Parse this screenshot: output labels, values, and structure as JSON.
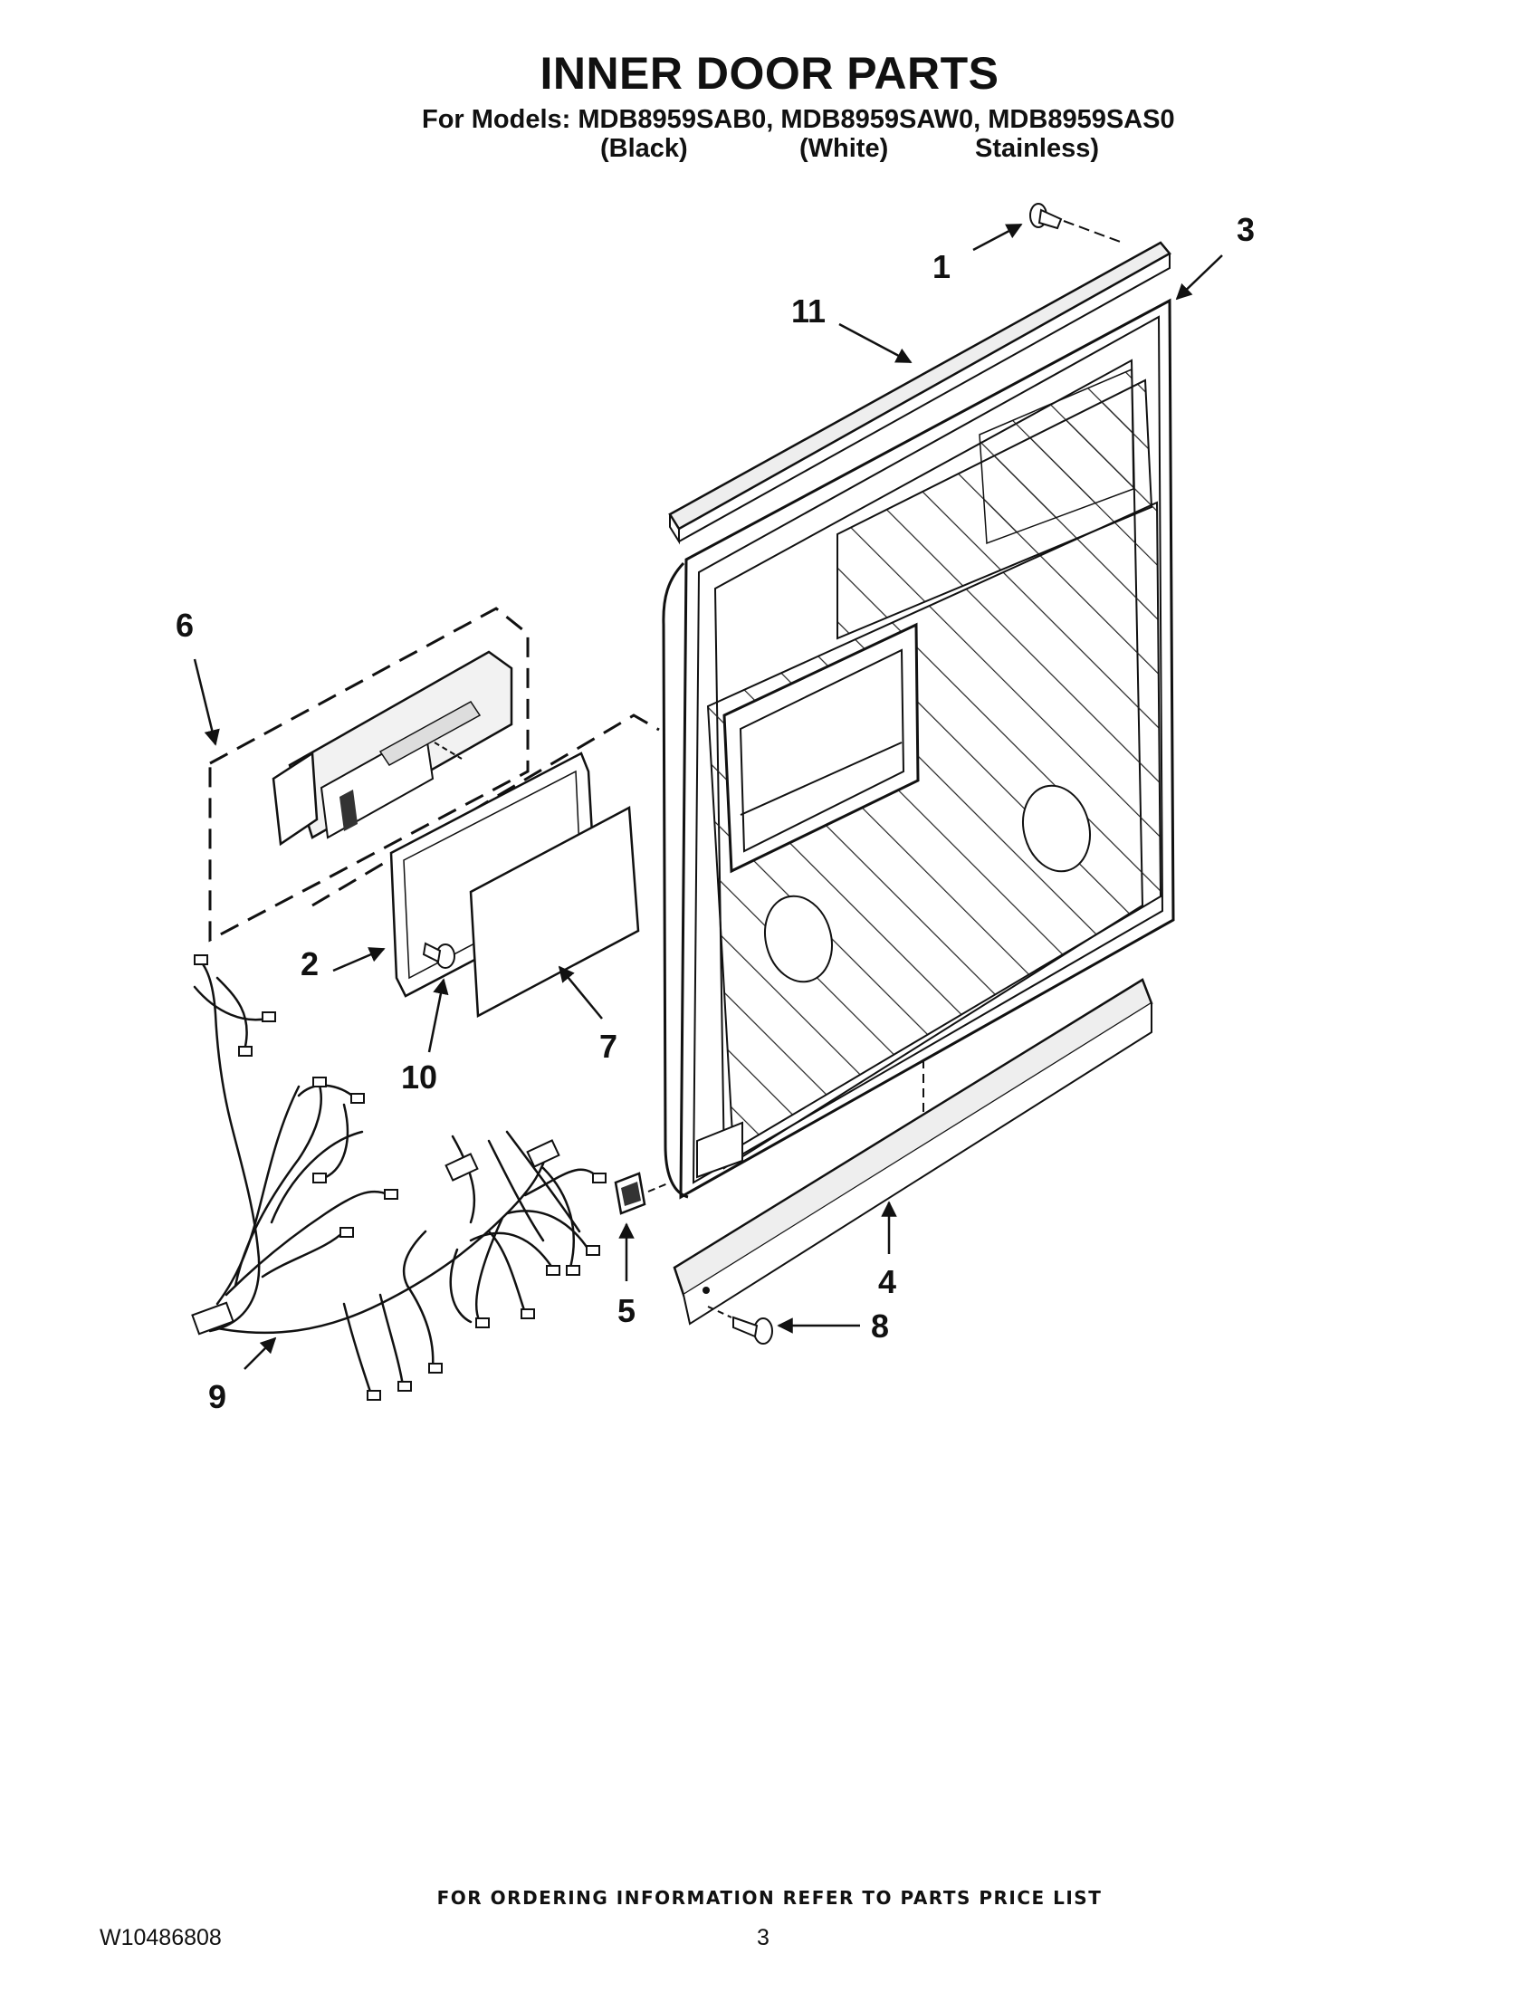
{
  "page": {
    "title": "INNER DOOR PARTS",
    "models_line": "For Models: MDB8959SAB0, MDB8959SAW0, MDB8959SAS0",
    "variants": [
      "(Black)",
      "(White)",
      "Stainless)"
    ],
    "footer_note": "FOR ORDERING INFORMATION REFER TO PARTS PRICE LIST",
    "document_number": "W10486808",
    "page_number": "3"
  },
  "callouts": [
    "1",
    "2",
    "3",
    "4",
    "5",
    "6",
    "7",
    "8",
    "9",
    "10",
    "11"
  ]
}
